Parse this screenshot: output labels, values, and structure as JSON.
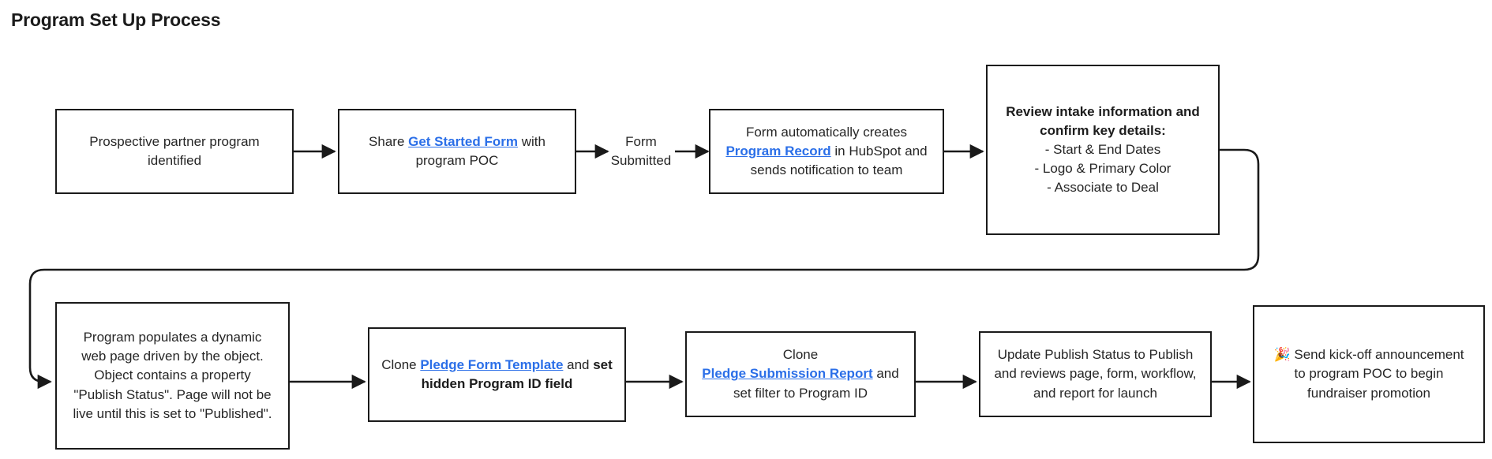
{
  "diagram": {
    "title": "Program Set Up Process",
    "link_color": "#2b6fe8",
    "line_color": "#1a1a1a",
    "background": "#ffffff"
  },
  "nodes": {
    "n1": {
      "line1": "Prospective partner program",
      "line2": "identified"
    },
    "n2": {
      "pre": "Share ",
      "link": "Get Started Form",
      "post": " with",
      "line2": "program POC"
    },
    "n3": {
      "line1": "Form automatically creates",
      "link": "Program Record",
      "post": " in HubSpot and",
      "line3": "sends notification to team"
    },
    "n4": {
      "header1": "Review intake information and",
      "header2": "confirm key details:",
      "bullet1": "- Start & End Dates",
      "bullet2": "- Logo & Primary Color",
      "bullet3": "- Associate to Deal"
    },
    "n5": {
      "line1": "Program populates a dynamic",
      "line2": "web page driven by the object.",
      "line3": "Object contains a property",
      "line4": "\"Publish Status\". Page will not be",
      "line5": "live until this is set to \"Published\"."
    },
    "n6": {
      "pre": "Clone ",
      "link": "Pledge Form Template",
      "mid": " and ",
      "bold1": "set",
      "bold2": "hidden Program ID field"
    },
    "n7": {
      "line1": "Clone",
      "link": "Pledge Submission Report",
      "post": " and",
      "line3": "set filter to Program ID"
    },
    "n8": {
      "line1": "Update Publish Status to Publish",
      "line2": "and reviews page, form, workflow,",
      "line3": "and report for launch"
    },
    "n9": {
      "emoji": "🎉",
      "line1": " Send kick-off announcement",
      "line2": "to program POC to begin",
      "line3": "fundraiser promotion"
    }
  },
  "edges": {
    "form_submitted_line1": "Form",
    "form_submitted_line2": "Submitted"
  }
}
